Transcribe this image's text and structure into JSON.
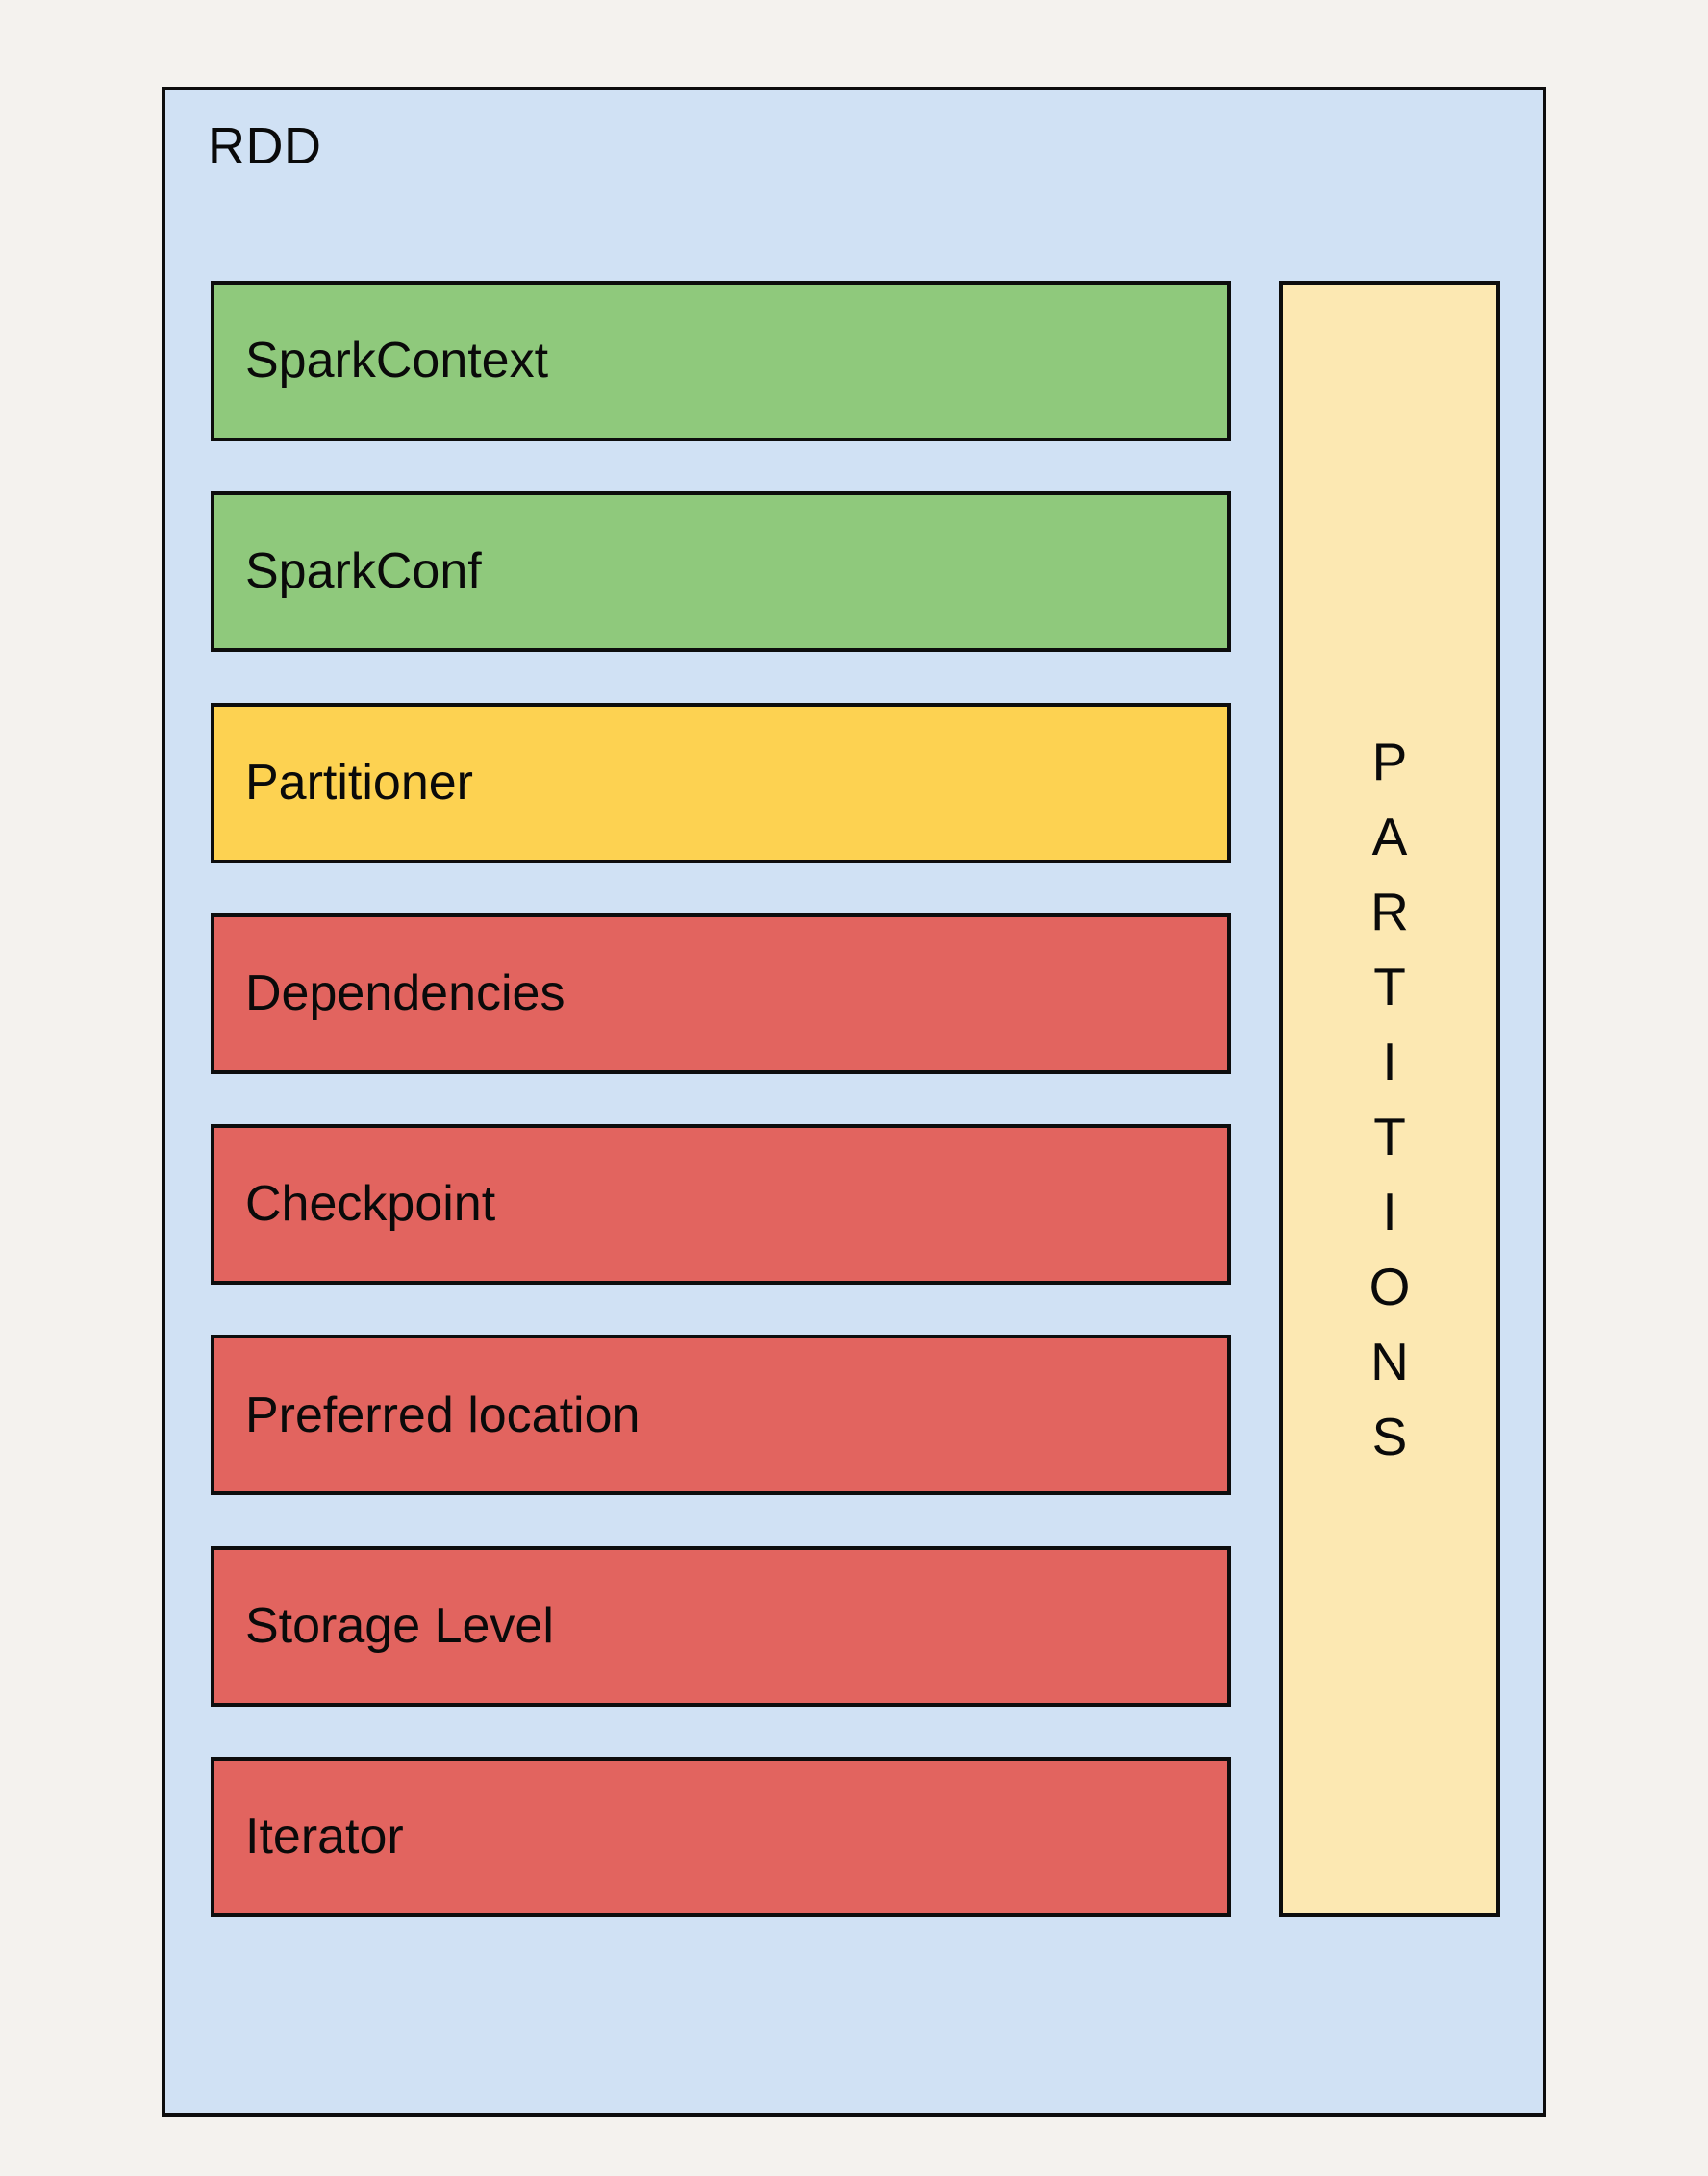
{
  "diagram": {
    "title": "RDD",
    "background_color": "#f4f2ee",
    "container": {
      "label": "RDD",
      "fill_color": "#d0e1f4",
      "border_color": "#0d0d0d"
    },
    "attributes": [
      {
        "label": "SparkContext",
        "color_name": "green",
        "fill_color": "#8fc97c"
      },
      {
        "label": "SparkConf",
        "color_name": "green",
        "fill_color": "#8fc97c"
      },
      {
        "label": "Partitioner",
        "color_name": "yellow",
        "fill_color": "#fdd251"
      },
      {
        "label": "Dependencies",
        "color_name": "red",
        "fill_color": "#e2645f"
      },
      {
        "label": "Checkpoint",
        "color_name": "red",
        "fill_color": "#e2645f"
      },
      {
        "label": "Preferred location",
        "color_name": "red",
        "fill_color": "#e2645f"
      },
      {
        "label": "Storage Level",
        "color_name": "red",
        "fill_color": "#e2645f"
      },
      {
        "label": "Iterator",
        "color_name": "red",
        "fill_color": "#e2645f"
      }
    ],
    "partitions_panel": {
      "label": "PARTITIONS",
      "fill_color": "#fce8b2",
      "orientation": "vertical-stacked-letters",
      "letters": [
        "P",
        "A",
        "R",
        "T",
        "I",
        "T",
        "I",
        "O",
        "N",
        "S"
      ]
    }
  }
}
